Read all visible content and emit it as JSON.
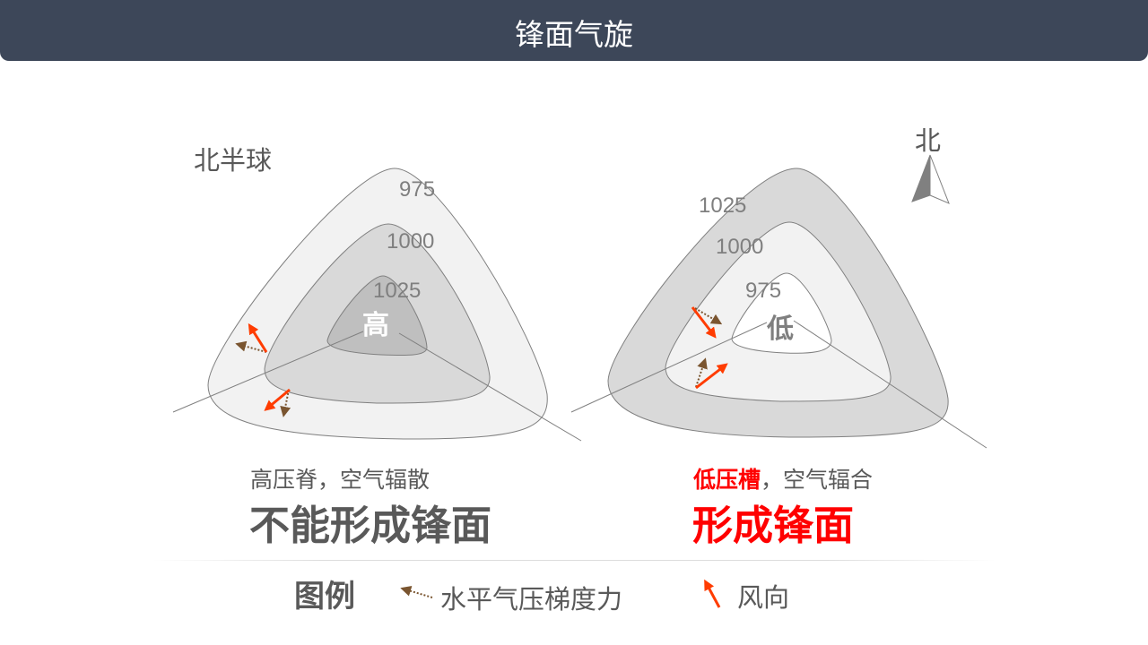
{
  "header": {
    "title": "锋面气旋"
  },
  "left": {
    "hemisphere": "北半球",
    "isobars": [
      "975",
      "1000",
      "1025"
    ],
    "center": "高",
    "caption_small": "高压脊，空气辐散",
    "caption_big": "不能形成锋面"
  },
  "right": {
    "north": "北",
    "isobars": [
      "1025",
      "1000",
      "975"
    ],
    "center": "低",
    "caption_small_red": "低压槽",
    "caption_small_rest": "，空气辐合",
    "caption_big": "形成锋面"
  },
  "legend": {
    "title": "图例",
    "pressure_force": "水平气压梯度力",
    "wind": "风向"
  },
  "colors": {
    "header": "#3d4759",
    "wind": "#ff3c00",
    "force": "#7a5530",
    "emphasis": "#ff0000",
    "text": "#595959"
  }
}
